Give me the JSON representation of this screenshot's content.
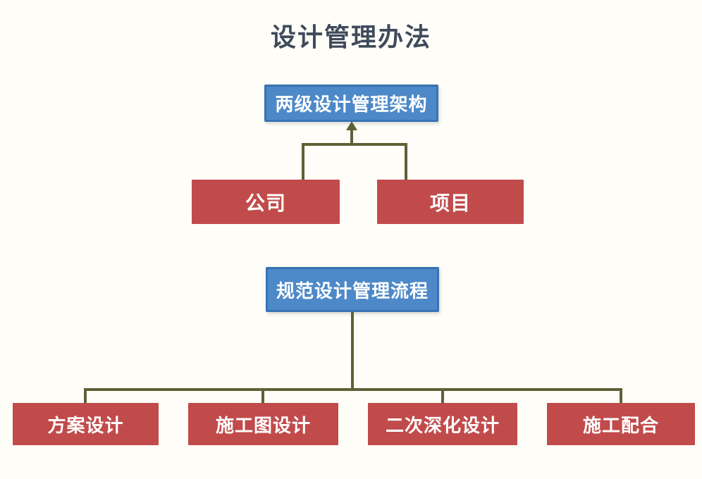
{
  "title": {
    "text": "设计管理办法"
  },
  "colors": {
    "page_bg": "#fefdf7",
    "title_text": "#3f4a5b",
    "node_blue_fill": "#4d89c8",
    "node_blue_border": "#3873b3",
    "node_red": "#c14b4b",
    "node_text": "#ffffff",
    "connector": "#5d6138"
  },
  "diagram": {
    "sections": [
      {
        "header": "两级设计管理架构",
        "children": [
          "公司",
          "项目"
        ]
      },
      {
        "header": "规范设计管理流程",
        "children": [
          "方案设计",
          "施工图设计",
          "二次深化设计",
          "施工配合"
        ]
      }
    ]
  }
}
